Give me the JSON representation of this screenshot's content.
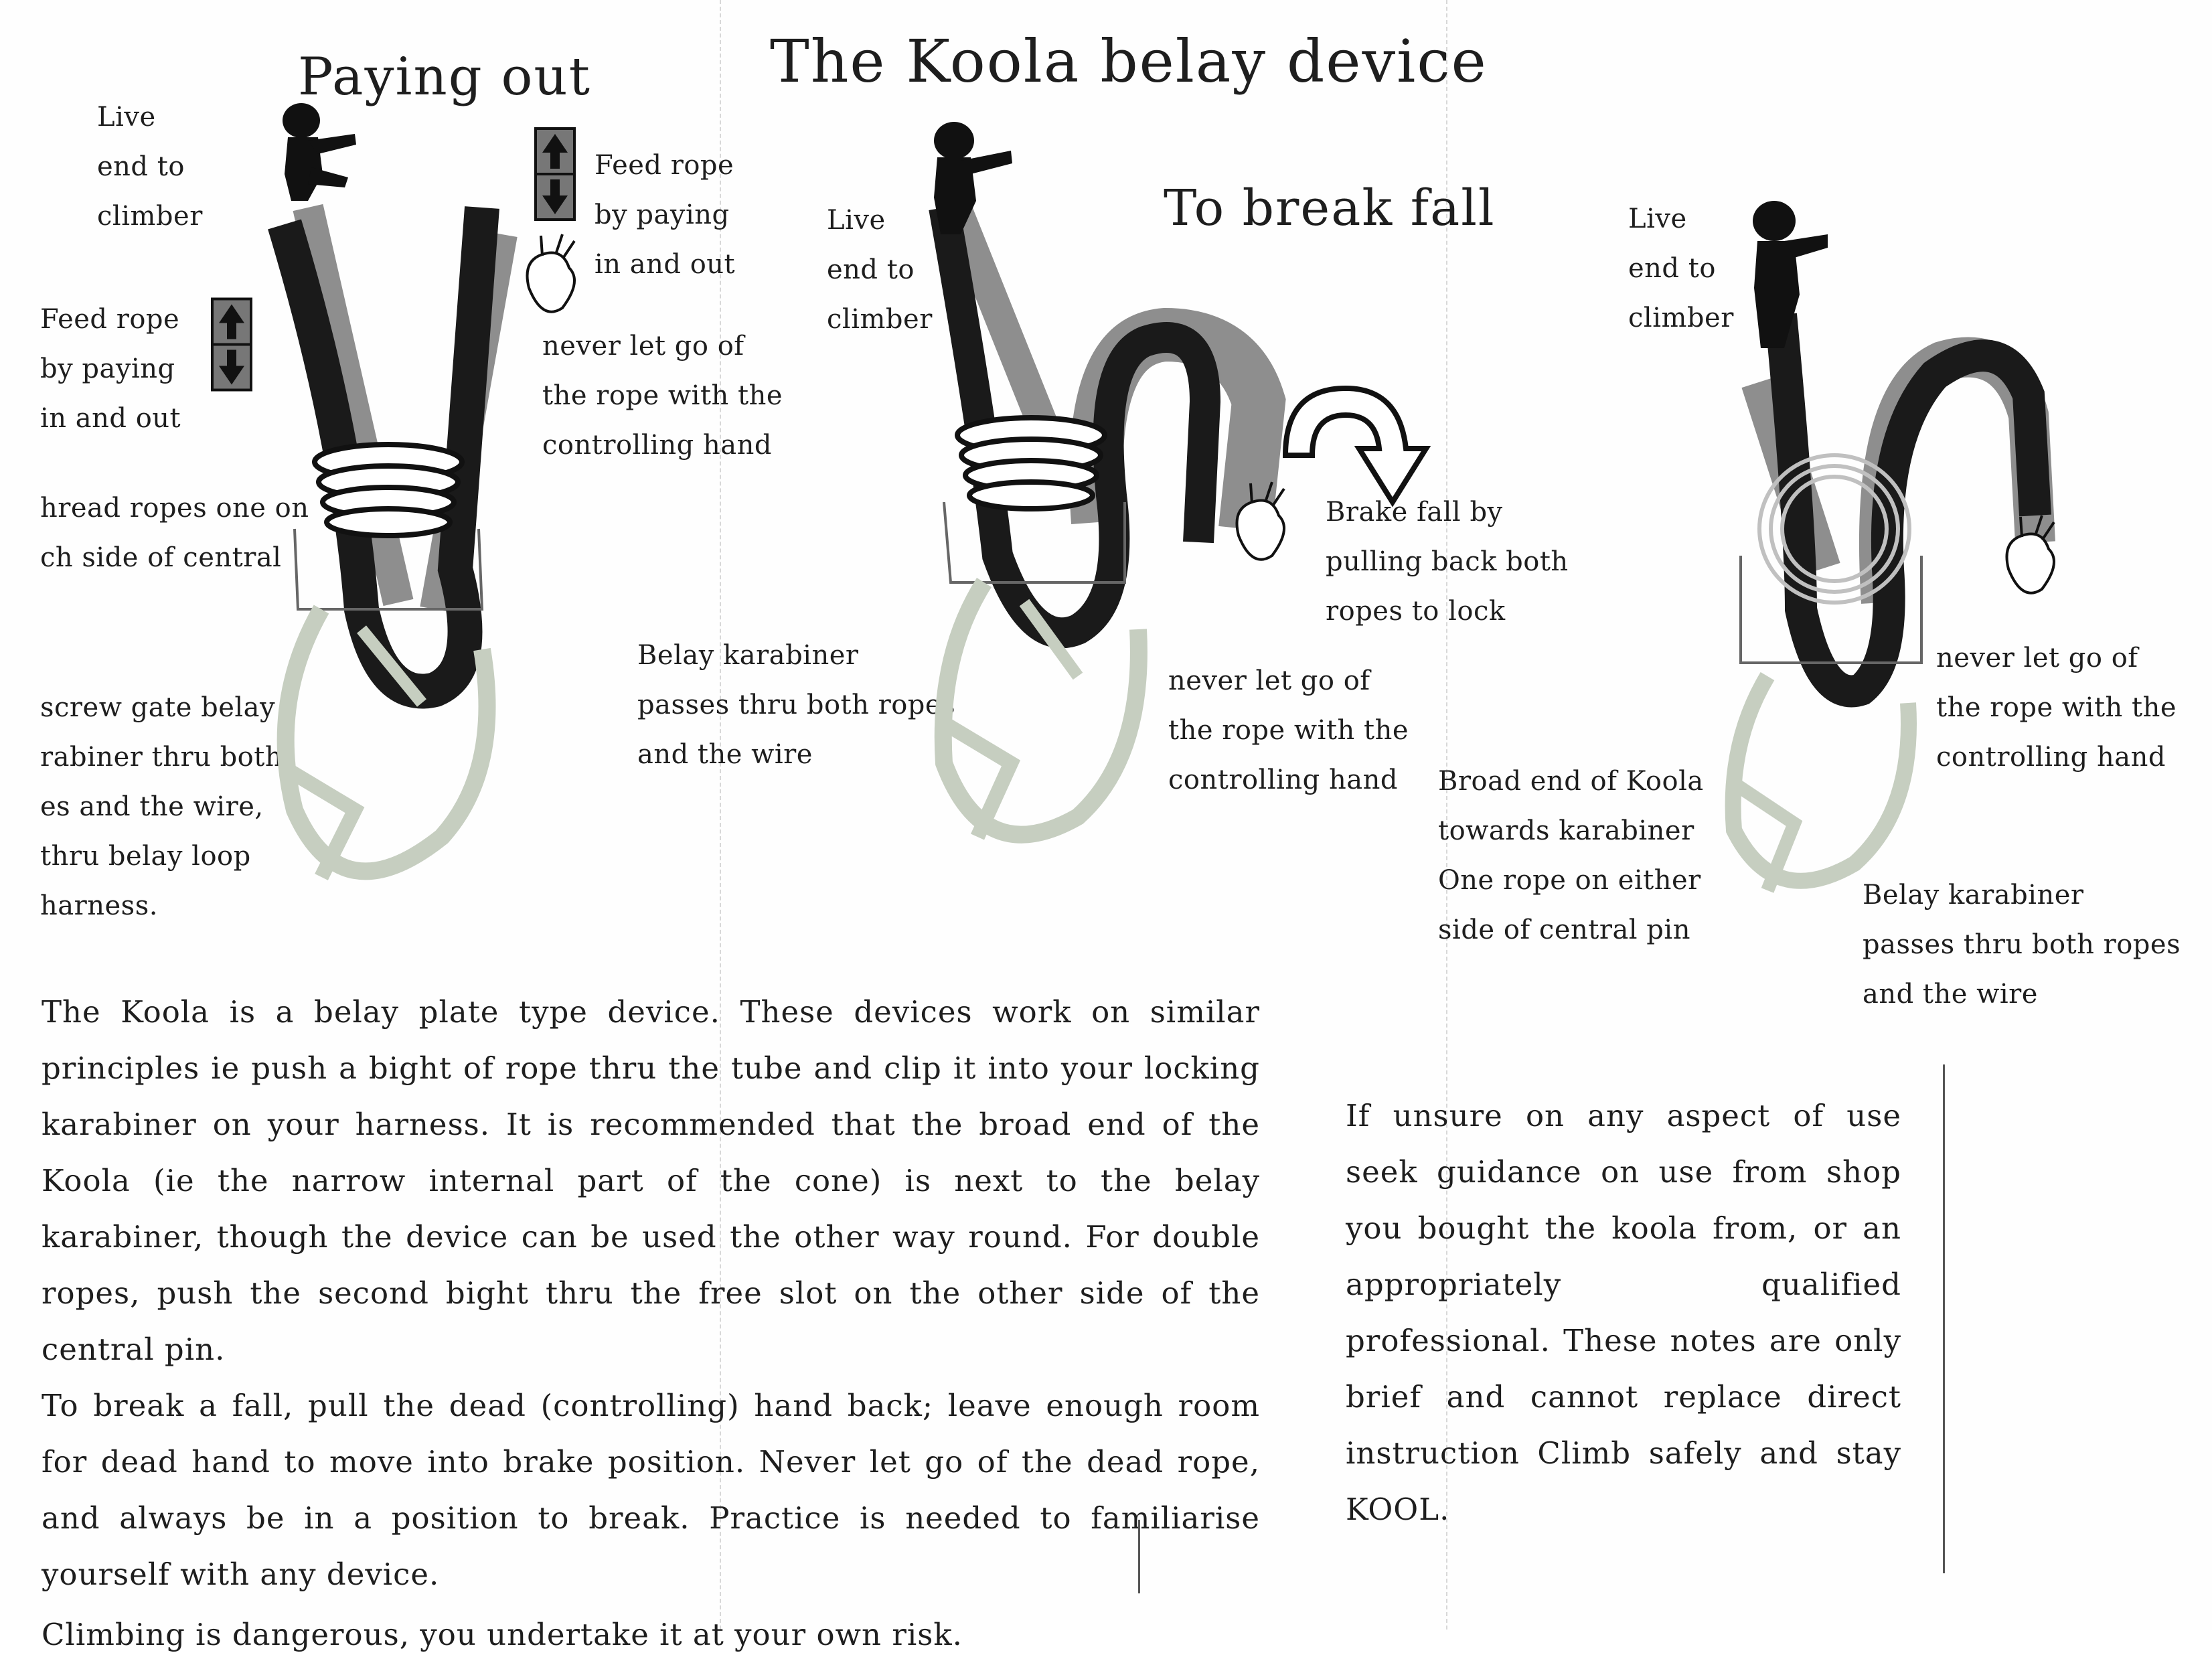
{
  "page": {
    "title": "The Koola belay device",
    "colors": {
      "ink": "#1e1e1e",
      "rope_dark": "#1a1a1a",
      "rope_grey": "#8e8e8e",
      "karabiner": "#c6cec0",
      "paper": "#fefefe"
    }
  },
  "panel1": {
    "heading": "Paying out",
    "live_label": "Live\nend to\nclimber",
    "feed_right": "Feed rope\nby paying\nin and out",
    "never_let_go": "never let go of\nthe rope with the\ncontrolling hand",
    "feed_left": "Feed rope\nby paying\nin and out",
    "thread_label": "hread ropes one on\nch side of central",
    "screwgate_label": " screw gate belay\nrabiner thru both\nes and the wire,\n thru belay loop\nharness."
  },
  "panel2": {
    "heading": "To break fall",
    "live_label": "Live\nend to\nclimber",
    "belay_karabiner": "Belay karabiner\npasses thru both ropes\nand the wire",
    "brake_label": "Brake fall by\npulling back both\nropes to lock",
    "never_let_go": "never let go of\nthe rope with the\ncontrolling hand"
  },
  "panel3": {
    "live_label": "Live\nend to\nclimber",
    "never_let_go": "never let go of\nthe rope with the\ncontrolling hand",
    "broad_end": "Broad end of Koola\ntowards karabiner\nOne rope on either\nside of central pin",
    "belay_karabiner": "Belay karabiner\npasses thru both ropes\nand the wire"
  },
  "body": {
    "paragraph1": "The Koola is a belay plate type device. These devices  work on similar principles ie push a bight of rope thru the tube and clip it into your locking karabiner on your harness. It is recommended that the broad end of the Koola (ie the narrow internal part of the cone) is next to the belay karabiner, though the device can be used the other way round. For double ropes, push the second bight thru the free slot on the other side of the central pin.",
    "paragraph2": "To break a fall, pull the dead (controlling) hand back; leave enough room for dead hand to move into brake position. Never let go of the dead rope, and always be in a position to break. Practice is needed to familiarise yourself with any device.",
    "paragraph3": "Climbing is dangerous, you undertake it at your own risk."
  },
  "sidebar": {
    "text": "If unsure on any aspect of use seek guidance on use from shop you bought the koola from, or an appropriately qualified professional. These notes are only brief and cannot replace direct instruction Climb safely and stay KOOL."
  }
}
